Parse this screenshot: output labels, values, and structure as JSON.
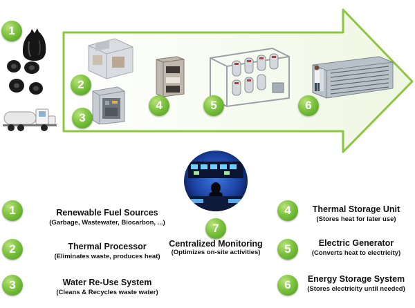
{
  "diagram": {
    "steps": [
      {
        "number": "1",
        "title": "Renewable Fuel Sources",
        "subtitle": "(Garbage, Wastewater, Biocarbon, ...)"
      },
      {
        "number": "2",
        "title": "Thermal Processor",
        "subtitle": "(Eliminates waste, produces heat)"
      },
      {
        "number": "3",
        "title": "Water Re-Use System",
        "subtitle": "(Cleans & Recycles waste water)"
      },
      {
        "number": "4",
        "title": "Thermal Storage Unit",
        "subtitle": "(Stores heat for later use)"
      },
      {
        "number": "5",
        "title": "Electric Generator",
        "subtitle": "(Converts heat to electricity)"
      },
      {
        "number": "6",
        "title": "Energy Storage System",
        "subtitle": "(Stores electricity until needed)"
      },
      {
        "number": "7",
        "title": "Centralized Monitoring",
        "subtitle": "(Optimizes on-site activities)"
      }
    ],
    "colors": {
      "arrow_outline": "#8cc63f",
      "arrow_fill": "#f3f9ea",
      "badge_green": "#7cc23e",
      "monitor_blue": "#1a3f9e"
    }
  }
}
